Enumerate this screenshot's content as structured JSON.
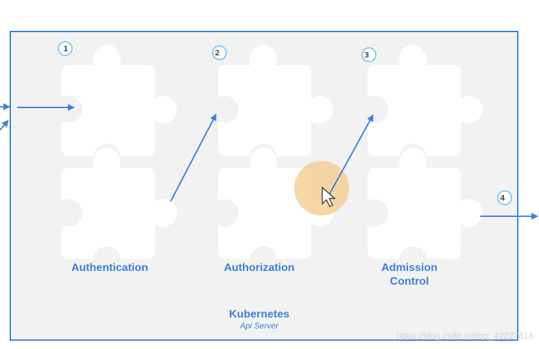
{
  "labels": {
    "authentication": "Authentication",
    "authorization": "Authorization",
    "admission": "Admission Control",
    "admission_line1": "Admission",
    "admission_line2": "Control",
    "kubernetes": "Kubernetes",
    "api_server": "Api Server"
  },
  "steps": [
    "1",
    "2",
    "3",
    "4"
  ],
  "watermark": "https://blog.csdn.net/qq_42227818",
  "colors": {
    "accent": "#3f7fd9",
    "badge_ring": "#86c8f0",
    "panel": "#f2f2f2",
    "piece": "#ffffff",
    "cursor_halo": "#f4c98a"
  },
  "icons": {
    "cursor": "mouse-pointer-icon",
    "puzzle": "puzzle-piece-icon"
  }
}
